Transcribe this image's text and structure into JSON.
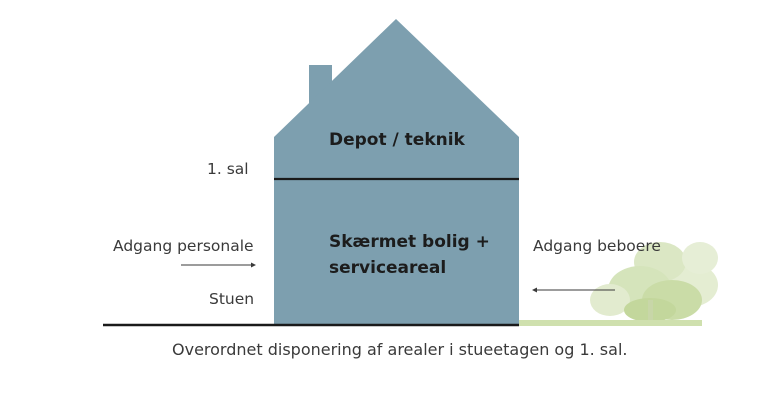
{
  "diagram": {
    "upper_room_label": "Depot / teknik",
    "lower_room_label_line1": "Skærmet bolig +",
    "lower_room_label_line2": "serviceareal",
    "floor_upper_label": "1. sal",
    "floor_ground_label": "Stuen",
    "access_staff_label": "Adgang personale",
    "access_residents_label": "Adgang beboere",
    "caption": "Overordnet disponering af arealer i stueetagen og 1. sal."
  },
  "colors": {
    "house_fill": "#7d9faf",
    "line": "#1a1a1a",
    "tree_light": "#dfe9c9",
    "tree_mid": "#c9dca8",
    "ground_green": "#cfe0ae"
  }
}
